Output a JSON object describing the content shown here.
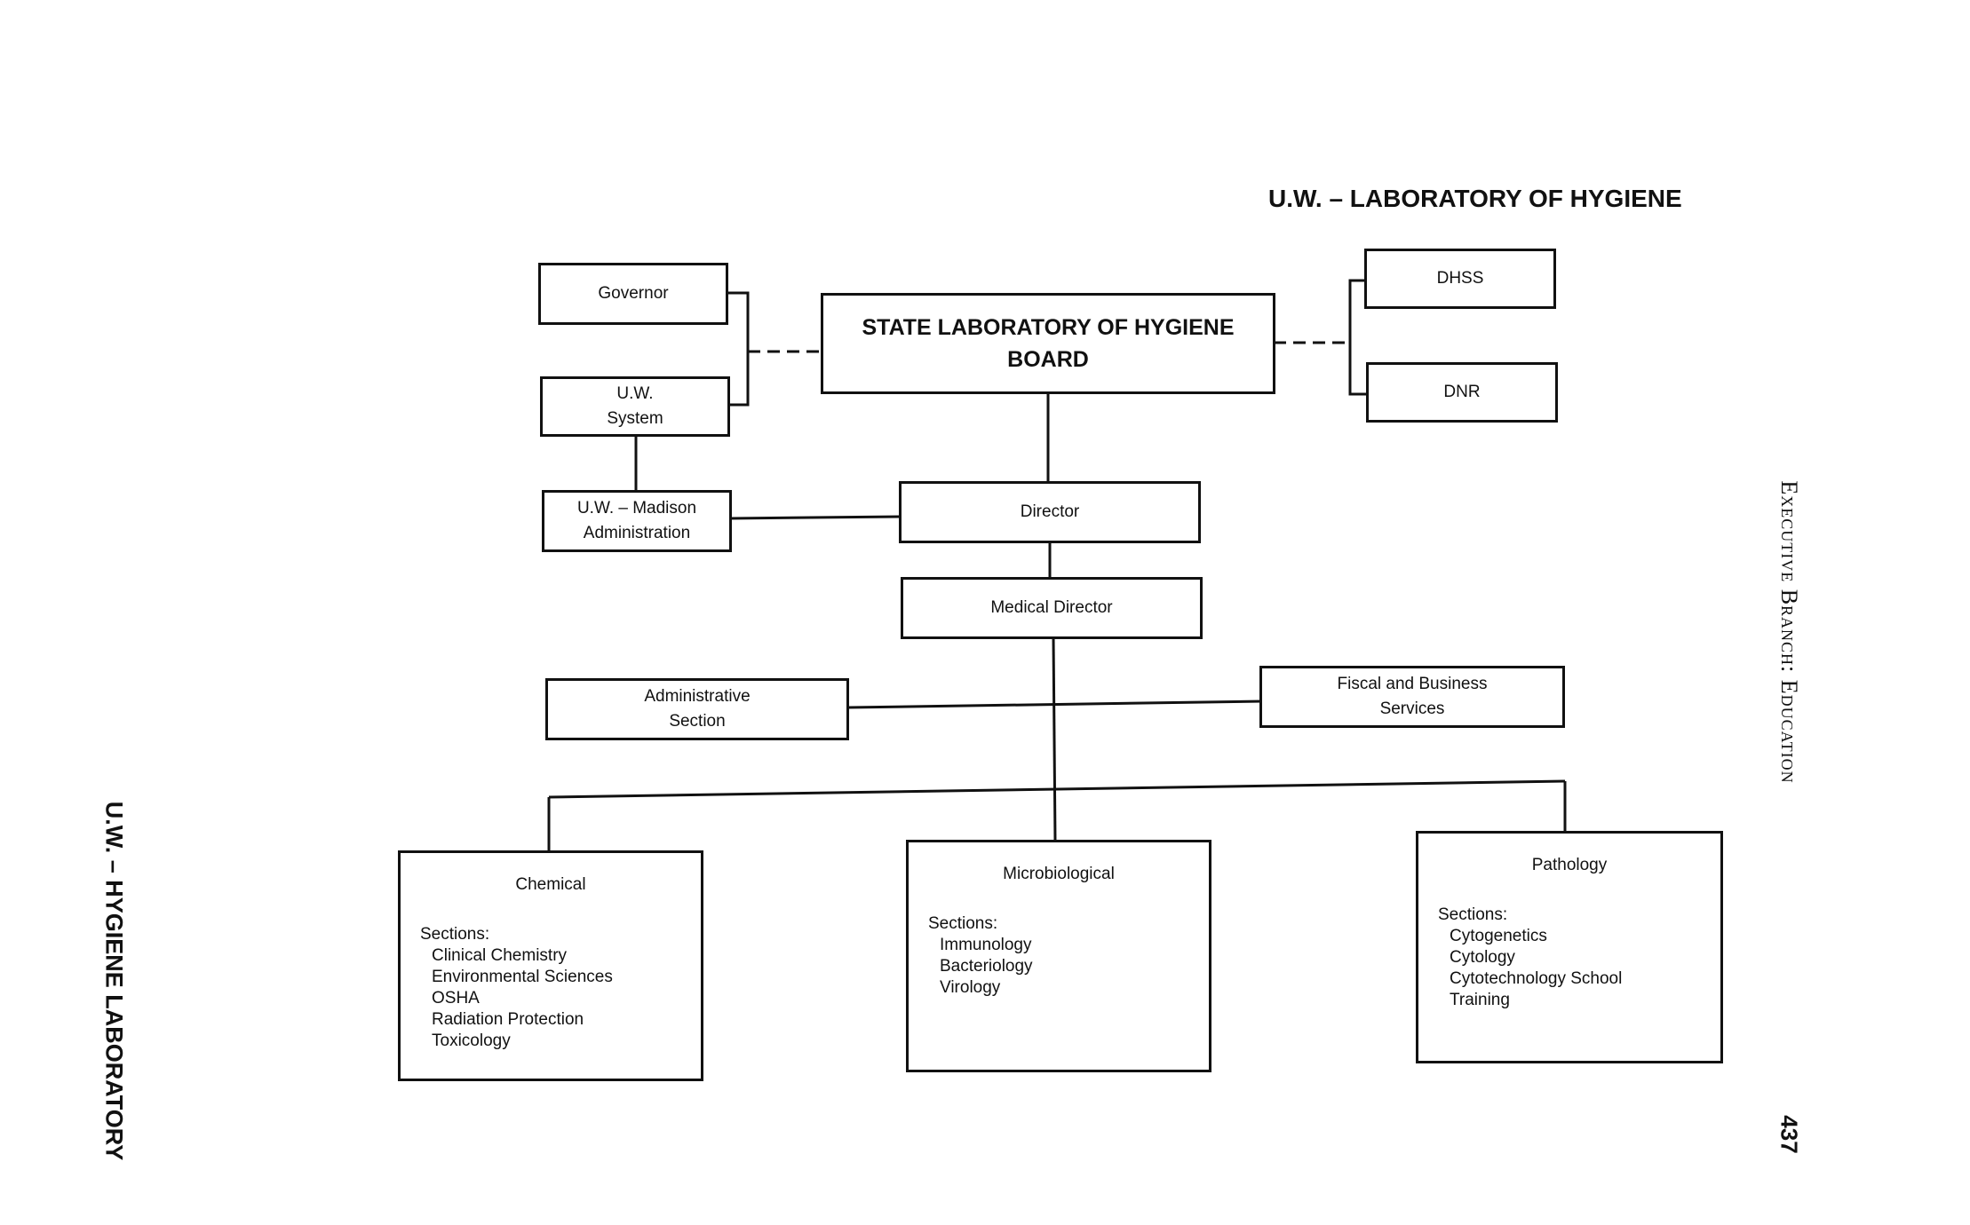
{
  "header": {
    "title": "U.W. – LABORATORY OF HYGIENE"
  },
  "side_labels": {
    "left": "U.W. – HYGIENE LABORATORY",
    "right": "Executive Branch: Education",
    "page_number": "437"
  },
  "org": {
    "governor": "Governor",
    "uw_system": [
      "U.W.",
      "System"
    ],
    "uw_madison": [
      "U.W. – Madison",
      "Administration"
    ],
    "board": [
      "STATE LABORATORY OF HYGIENE",
      "BOARD"
    ],
    "dhss": "DHSS",
    "dnr": "DNR",
    "director": "Director",
    "medical_director": "Medical Director",
    "administrative_section": [
      "Administrative",
      "Section"
    ],
    "fiscal": [
      "Fiscal and Business",
      "Services"
    ]
  },
  "divisions": [
    {
      "name": "Chemical",
      "sections_label": "Sections:",
      "sections": [
        "Clinical Chemistry",
        "Environmental Sciences",
        "OSHA",
        "Radiation Protection",
        "Toxicology"
      ]
    },
    {
      "name": "Microbiological",
      "sections_label": "Sections:",
      "sections": [
        "Immunology",
        "Bacteriology",
        "Virology"
      ]
    },
    {
      "name": "Pathology",
      "sections_label": "Sections:",
      "sections": [
        "Cytogenetics",
        "Cytology",
        "Cytotechnology School",
        "Training"
      ]
    }
  ]
}
